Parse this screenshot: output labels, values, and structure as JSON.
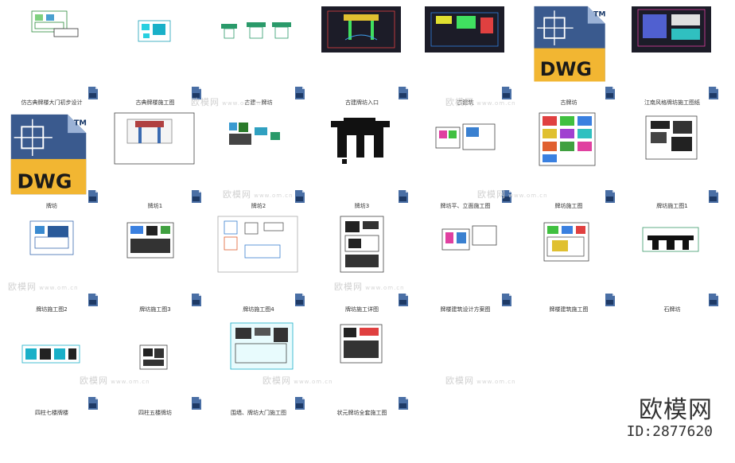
{
  "files": [
    {
      "label": "仿古典牌楼大门初步设计",
      "col": 0,
      "row": 0,
      "kind": "green"
    },
    {
      "label": "古典牌楼施工图",
      "col": 1,
      "row": 0,
      "kind": "cyan"
    },
    {
      "label": "古建－牌坊",
      "col": 2,
      "row": 0,
      "kind": "gates"
    },
    {
      "label": "古建牌坊入口",
      "col": 3,
      "row": 0,
      "kind": "dark"
    },
    {
      "label": "古建筑",
      "col": 4,
      "row": 0,
      "kind": "dark2"
    },
    {
      "label": "古牌坊",
      "col": 5,
      "row": 0,
      "kind": "dwgbig"
    },
    {
      "label": "江南风格牌坊施工图纸",
      "col": 6,
      "row": 0,
      "kind": "dark3"
    },
    {
      "label": "牌坊",
      "col": 0,
      "row": 1,
      "kind": "dwgbig2"
    },
    {
      "label": "牌坊1",
      "col": 1,
      "row": 1,
      "kind": "frame"
    },
    {
      "label": "牌坊2",
      "col": 2,
      "row": 1,
      "kind": "smallsheets"
    },
    {
      "label": "牌坊3",
      "col": 3,
      "row": 1,
      "kind": "silhouette"
    },
    {
      "label": "牌坊平、立面施工图",
      "col": 4,
      "row": 1,
      "kind": "colorful"
    },
    {
      "label": "牌坊施工图",
      "col": 5,
      "row": 1,
      "kind": "colorgrid"
    },
    {
      "label": "牌坊施工图1",
      "col": 6,
      "row": 1,
      "kind": "bw"
    },
    {
      "label": "牌坊施工图2",
      "col": 0,
      "row": 2,
      "kind": "bluesheet"
    },
    {
      "label": "牌坊施工图3",
      "col": 1,
      "row": 2,
      "kind": "blocks"
    },
    {
      "label": "牌坊施工图4",
      "col": 2,
      "row": 2,
      "kind": "sparse"
    },
    {
      "label": "牌坊施工详图",
      "col": 3,
      "row": 2,
      "kind": "bwsheet"
    },
    {
      "label": "牌楼建筑设计方案图",
      "col": 4,
      "row": 2,
      "kind": "redsheet"
    },
    {
      "label": "牌楼建筑施工图",
      "col": 5,
      "row": 2,
      "kind": "colorgrid2"
    },
    {
      "label": "石牌坊",
      "col": 6,
      "row": 2,
      "kind": "silhouette2"
    },
    {
      "label": "四柱七楼牌楼",
      "col": 0,
      "row": 3,
      "kind": "cyanstrip"
    },
    {
      "label": "四柱五楼牌坊",
      "col": 1,
      "row": 3,
      "kind": "bwsmall"
    },
    {
      "label": "围墙、牌坊大门施工图",
      "col": 2,
      "row": 3,
      "kind": "cyanframe"
    },
    {
      "label": "状元牌坊全套施工图",
      "col": 3,
      "row": 3,
      "kind": "bwsheet2"
    }
  ],
  "dwg_badge": {
    "text": "DWG",
    "tm": "TM",
    "color": "#f2b632"
  },
  "watermark": {
    "text": "欧模网",
    "url": "www.om.cn"
  },
  "brand": {
    "name": "欧模网",
    "id": "ID:2877620"
  }
}
